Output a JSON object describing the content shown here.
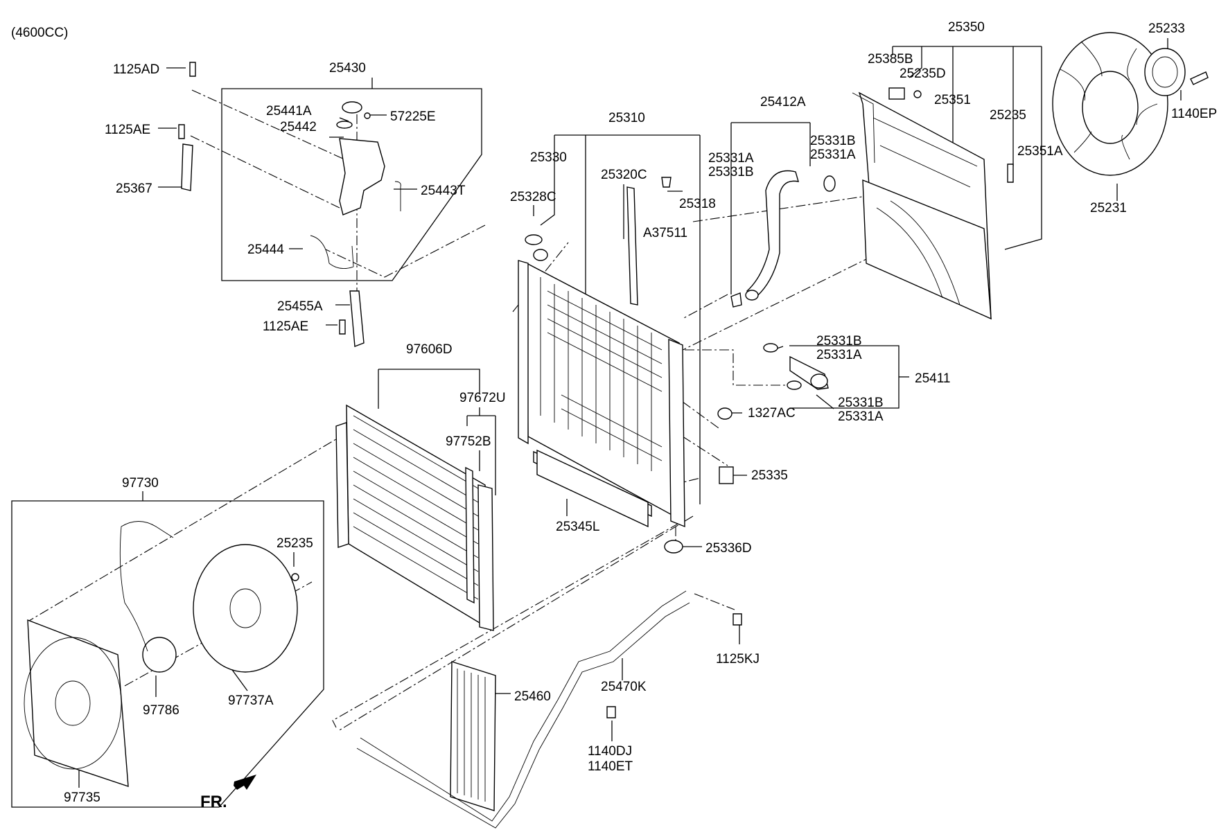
{
  "engine_note": "(4600CC)",
  "front_marker": "FR.",
  "labels": {
    "p25350": "25350",
    "p25233": "25233",
    "p25385B": "25385B",
    "p25235D": "25235D",
    "p1140EP": "1140EP",
    "p25351": "25351",
    "p25235_top": "25235",
    "p25351A": "25351A",
    "p25231": "25231",
    "p25412A": "25412A",
    "p25331B_a": "25331B",
    "p25331A_a": "25331A",
    "p25331A_b": "25331A",
    "p25331B_b": "25331B",
    "p25310": "25310",
    "p25330": "25330",
    "p25320C": "25320C",
    "p25328C": "25328C",
    "p25318": "25318",
    "pA37511": "A37511",
    "p1125AD": "1125AD",
    "p25430": "25430",
    "p25441A": "25441A",
    "p57225E": "57225E",
    "p25442": "25442",
    "p1125AE_top": "1125AE",
    "p25443T": "25443T",
    "p25367": "25367",
    "p25444": "25444",
    "p25455A": "25455A",
    "p1125AE_bot": "1125AE",
    "p25331B_c": "25331B",
    "p25331A_c": "25331A",
    "p25411": "25411",
    "p25331B_d": "25331B",
    "p25331A_d": "25331A",
    "p1327AC": "1327AC",
    "p97606D": "97606D",
    "p97672U": "97672U",
    "p97752B": "97752B",
    "p25335": "25335",
    "p97730": "97730",
    "p25345L": "25345L",
    "p25336D": "25336D",
    "p25235_fan": "25235",
    "p1125KJ": "1125KJ",
    "p97786": "97786",
    "p97737A": "97737A",
    "p25470K": "25470K",
    "p25460": "25460",
    "p1140DJ": "1140DJ",
    "p1140ET": "1140ET",
    "p97735": "97735"
  }
}
